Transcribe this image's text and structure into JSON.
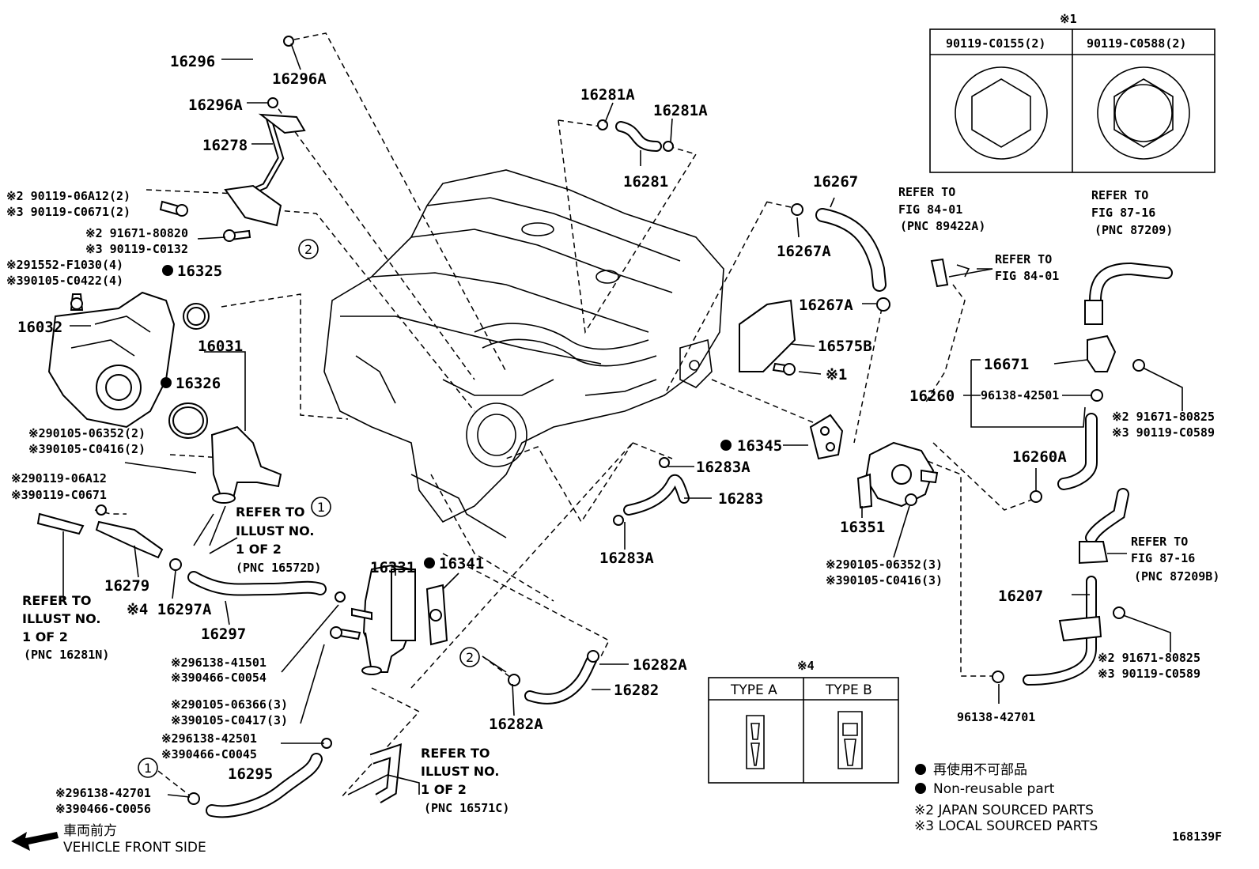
{
  "drawing_id": "168139F",
  "legend": {
    "non_reusable_jp": "再使用不可部品",
    "non_reusable_en": "Non-reusable part",
    "japan_sourced": "※2  JAPAN SOURCED PARTS",
    "local_sourced": "※3  LOCAL SOURCED PARTS",
    "front_jp": "車両前方",
    "front_en": "VEHICLE FRONT SIDE"
  },
  "table_x1": {
    "mark": "※1",
    "col1": "90119-C0155(2)",
    "col2": "90119-C0588(2)"
  },
  "table_x4": {
    "mark": "※4",
    "col1": "TYPE A",
    "col2": "TYPE B"
  },
  "parts": {
    "p16296": "16296",
    "p16296A_1": "16296A",
    "p16296A_2": "16296A",
    "p16278": "16278",
    "b_06A12": "※2 90119-06A12(2)",
    "b_C0671": "※3 90119-C0671(2)",
    "b_91671": "※2 91671-80820",
    "b_C0132": "※3 90119-C0132",
    "b_F1030": "※291552-F1030(4)",
    "b_C0422": "※390105-C0422(4)",
    "p16325": "16325",
    "p16032": "16032",
    "p16031": "16031",
    "p16326": "16326",
    "b_06352": "※290105-06352(2)",
    "b_C0416": "※390105-C0416(2)",
    "b_06A12b": "※290119-06A12",
    "b_C0671b": "※390119-C0671",
    "p16279": "16279",
    "p16297A": "※4 16297A",
    "p16297": "16297",
    "p16281A_1": "16281A",
    "p16281A_2": "16281A",
    "p16281": "16281",
    "p16267": "16267",
    "p16267A_1": "16267A",
    "p16267A_2": "16267A",
    "p16575B": "16575B",
    "x1_ref": "※1",
    "p16345": "16345",
    "p16283A_1": "16283A",
    "p16283": "16283",
    "p16283A_2": "16283A",
    "p16331": "16331",
    "p16341": "16341",
    "b_41501": "※296138-41501",
    "b_C0054": "※390466-C0054",
    "b_06366": "※290105-06366(3)",
    "b_C0417": "※390105-C0417(3)",
    "b_42501": "※296138-42501",
    "b_C0045": "※390466-C0045",
    "p16295": "16295",
    "b_42701": "※296138-42701",
    "b_C0056": "※390466-C0056",
    "p16282A_1": "16282A",
    "p16282": "16282",
    "p16282A_2": "16282A",
    "p16351": "16351",
    "b_06352b": "※290105-06352(3)",
    "b_C0416b": "※390105-C0416(3)",
    "p16671": "16671",
    "p16260": "16260",
    "p96138_42501": "96138-42501",
    "b_80825a": "※2  91671-80825",
    "b_C0589a": "※3  90119-C0589",
    "p16260A": "16260A",
    "p16207": "16207",
    "b_80825b": "※2  91671-80825",
    "b_C0589b": "※3  90119-C0589",
    "p96138_42701": "96138-42701"
  },
  "refs": {
    "r1a": "REFER TO",
    "r1b": "FIG 84-01",
    "r1c": "(PNC 89422A)",
    "r2a": "REFER TO",
    "r2b": "FIG 84-01",
    "r3a": "REFER TO",
    "r3b": "FIG 87-16",
    "r3c": "(PNC 87209)",
    "r4a": "REFER TO",
    "r4b": "FIG 87-16",
    "r4c": "(PNC 87209B)",
    "r5a": "REFER TO",
    "r5b": "ILLUST NO.",
    "r5c": "1 OF 2",
    "r5d": "(PNC 16572D)",
    "r6a": "REFER TO",
    "r6b": "ILLUST NO.",
    "r6c": "1 OF 2",
    "r6d": "(PNC 16281N)",
    "r7a": "REFER TO",
    "r7b": "ILLUST NO.",
    "r7c": "1 OF 2",
    "r7d": "(PNC 16571C)"
  },
  "circles": {
    "c1a": "1",
    "c1b": "1",
    "c2a": "2",
    "c2b": "2"
  }
}
